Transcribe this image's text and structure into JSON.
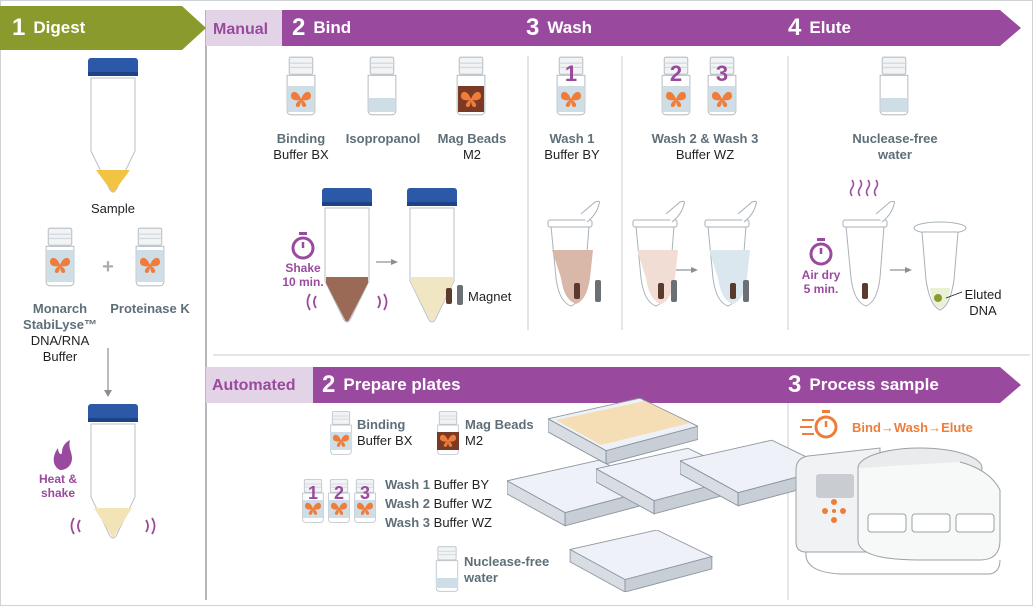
{
  "colors": {
    "digest_green": "#8a9a2c",
    "bind_purple": "#9a4a9e",
    "tag_lavender": "#e3d3e6",
    "cap_blue": "#2c58a8",
    "butterfly_orange": "#ef7d39",
    "label_gray": "#5f6f78"
  },
  "digest": {
    "step": "1",
    "title": "Digest",
    "sample_label": "Sample",
    "reagent1": [
      "Monarch",
      "StabiLyse™",
      "DNA/RNA",
      "Buffer"
    ],
    "plus": "+",
    "reagent2": "Proteinase K",
    "heat": [
      "Heat &",
      "shake"
    ]
  },
  "manual": {
    "tag": "Manual",
    "bind": {
      "step": "2",
      "title": "Bind",
      "reagents": [
        {
          "line1": "Binding",
          "line2": "Buffer BX"
        },
        {
          "line1": "Isopropanol",
          "line2": ""
        },
        {
          "line1": "Mag Beads",
          "line2": "M2"
        }
      ],
      "shake": [
        "Shake",
        "10 min."
      ],
      "magnet": "Magnet"
    },
    "wash": {
      "step": "3",
      "title": "Wash",
      "wash1": {
        "num": "1",
        "line1": "Wash 1",
        "line2": "Buffer BY"
      },
      "wash23": {
        "nums": [
          "2",
          "3"
        ],
        "line1": "Wash 2 & Wash 3",
        "line2": "Buffer WZ"
      }
    },
    "elute": {
      "step": "4",
      "title": "Elute",
      "reagent": [
        "Nuclease-free",
        "water"
      ],
      "airdry": [
        "Air dry",
        "5 min."
      ],
      "eluted": [
        "Eluted",
        "DNA"
      ]
    }
  },
  "automated": {
    "tag": "Automated",
    "prepare": {
      "step": "2",
      "title": "Prepare plates",
      "binding": [
        "Binding",
        "Buffer BX"
      ],
      "beads": [
        "Mag Beads",
        "M2"
      ],
      "wash_nums": [
        "1",
        "2",
        "3"
      ],
      "washes": [
        {
          "name": "Wash 1",
          "buffer": "Buffer BY"
        },
        {
          "name": "Wash 2",
          "buffer": "Buffer WZ"
        },
        {
          "name": "Wash 3",
          "buffer": "Buffer WZ"
        }
      ],
      "water": [
        "Nuclease-free",
        "water"
      ]
    },
    "process": {
      "step": "3",
      "title": "Process sample",
      "flow": "Bind→Wash→Elute"
    }
  }
}
